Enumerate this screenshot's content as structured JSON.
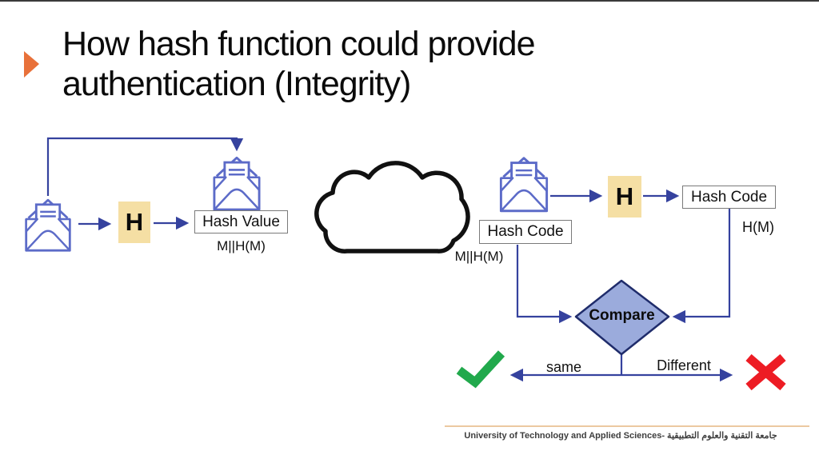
{
  "slide": {
    "title_line1": "How hash function could provide",
    "title_line2": "authentication (Integrity)",
    "footer": "University of Technology and Applied Sciences- جامعة التقنية والعلوم التطبيقية"
  },
  "diagram": {
    "sender": {
      "hash_function_label": "H",
      "hash_value_box": "Hash Value",
      "appended_message_label": "M||H(M)"
    },
    "receiver": {
      "hash_function_label": "H",
      "received_hash_box": "Hash Code",
      "computed_hash_box": "Hash Code",
      "received_message_label": "M||H(M)",
      "computed_hash_label": "H(M)"
    },
    "compare": {
      "label": "Compare",
      "same_label": "same",
      "different_label": "Different"
    },
    "icons": {
      "bullet": "orange-arrow-bullet",
      "envelopes": [
        "envelope-sender",
        "envelope-appended",
        "envelope-received"
      ],
      "network": "cloud-icon",
      "match_result": "green-check-icon",
      "mismatch_result": "red-cross-icon"
    },
    "colors": {
      "accent_orange": "#e8713a",
      "connector_blue": "#35429e",
      "envelope_blue": "#5c6bc8",
      "hash_box_fill": "#f5dfa4",
      "diamond_fill": "#9babdc",
      "diamond_border": "#1f2c6b",
      "check_green": "#21a94c",
      "cross_red": "#ed1c24",
      "footer_line": "#ecc9a1"
    }
  }
}
